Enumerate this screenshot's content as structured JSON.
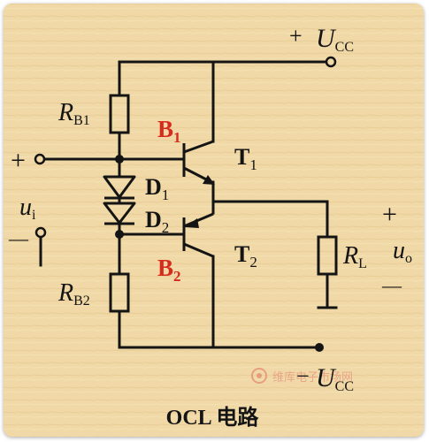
{
  "diagram": {
    "caption": "OCL 电路",
    "supply_top": {
      "sign": "+",
      "main": "U",
      "sub": "CC"
    },
    "supply_bottom": {
      "sign": "−",
      "main": "U",
      "sub": "CC"
    },
    "resistor_b1": {
      "main": "R",
      "sub": "B1"
    },
    "resistor_b2": {
      "main": "R",
      "sub": "B2"
    },
    "resistor_load": {
      "main": "R",
      "sub": "L"
    },
    "diode_1": {
      "main": "D",
      "sub": "1"
    },
    "diode_2": {
      "main": "D",
      "sub": "2"
    },
    "base_1": {
      "main": "B",
      "sub": "1"
    },
    "base_2": {
      "main": "B",
      "sub": "2"
    },
    "transistor_1": {
      "main": "T",
      "sub": "1"
    },
    "transistor_2": {
      "main": "T",
      "sub": "2"
    },
    "input": {
      "plus": "+",
      "minus": "—",
      "main": "u",
      "sub": "i"
    },
    "output": {
      "plus": "+",
      "minus": "—",
      "main": "u",
      "sub": "o"
    },
    "watermark": "维库电子市场网",
    "colors": {
      "wire": "#141414",
      "base_label": "#d62a1c",
      "background": "#f0d9a6"
    }
  }
}
